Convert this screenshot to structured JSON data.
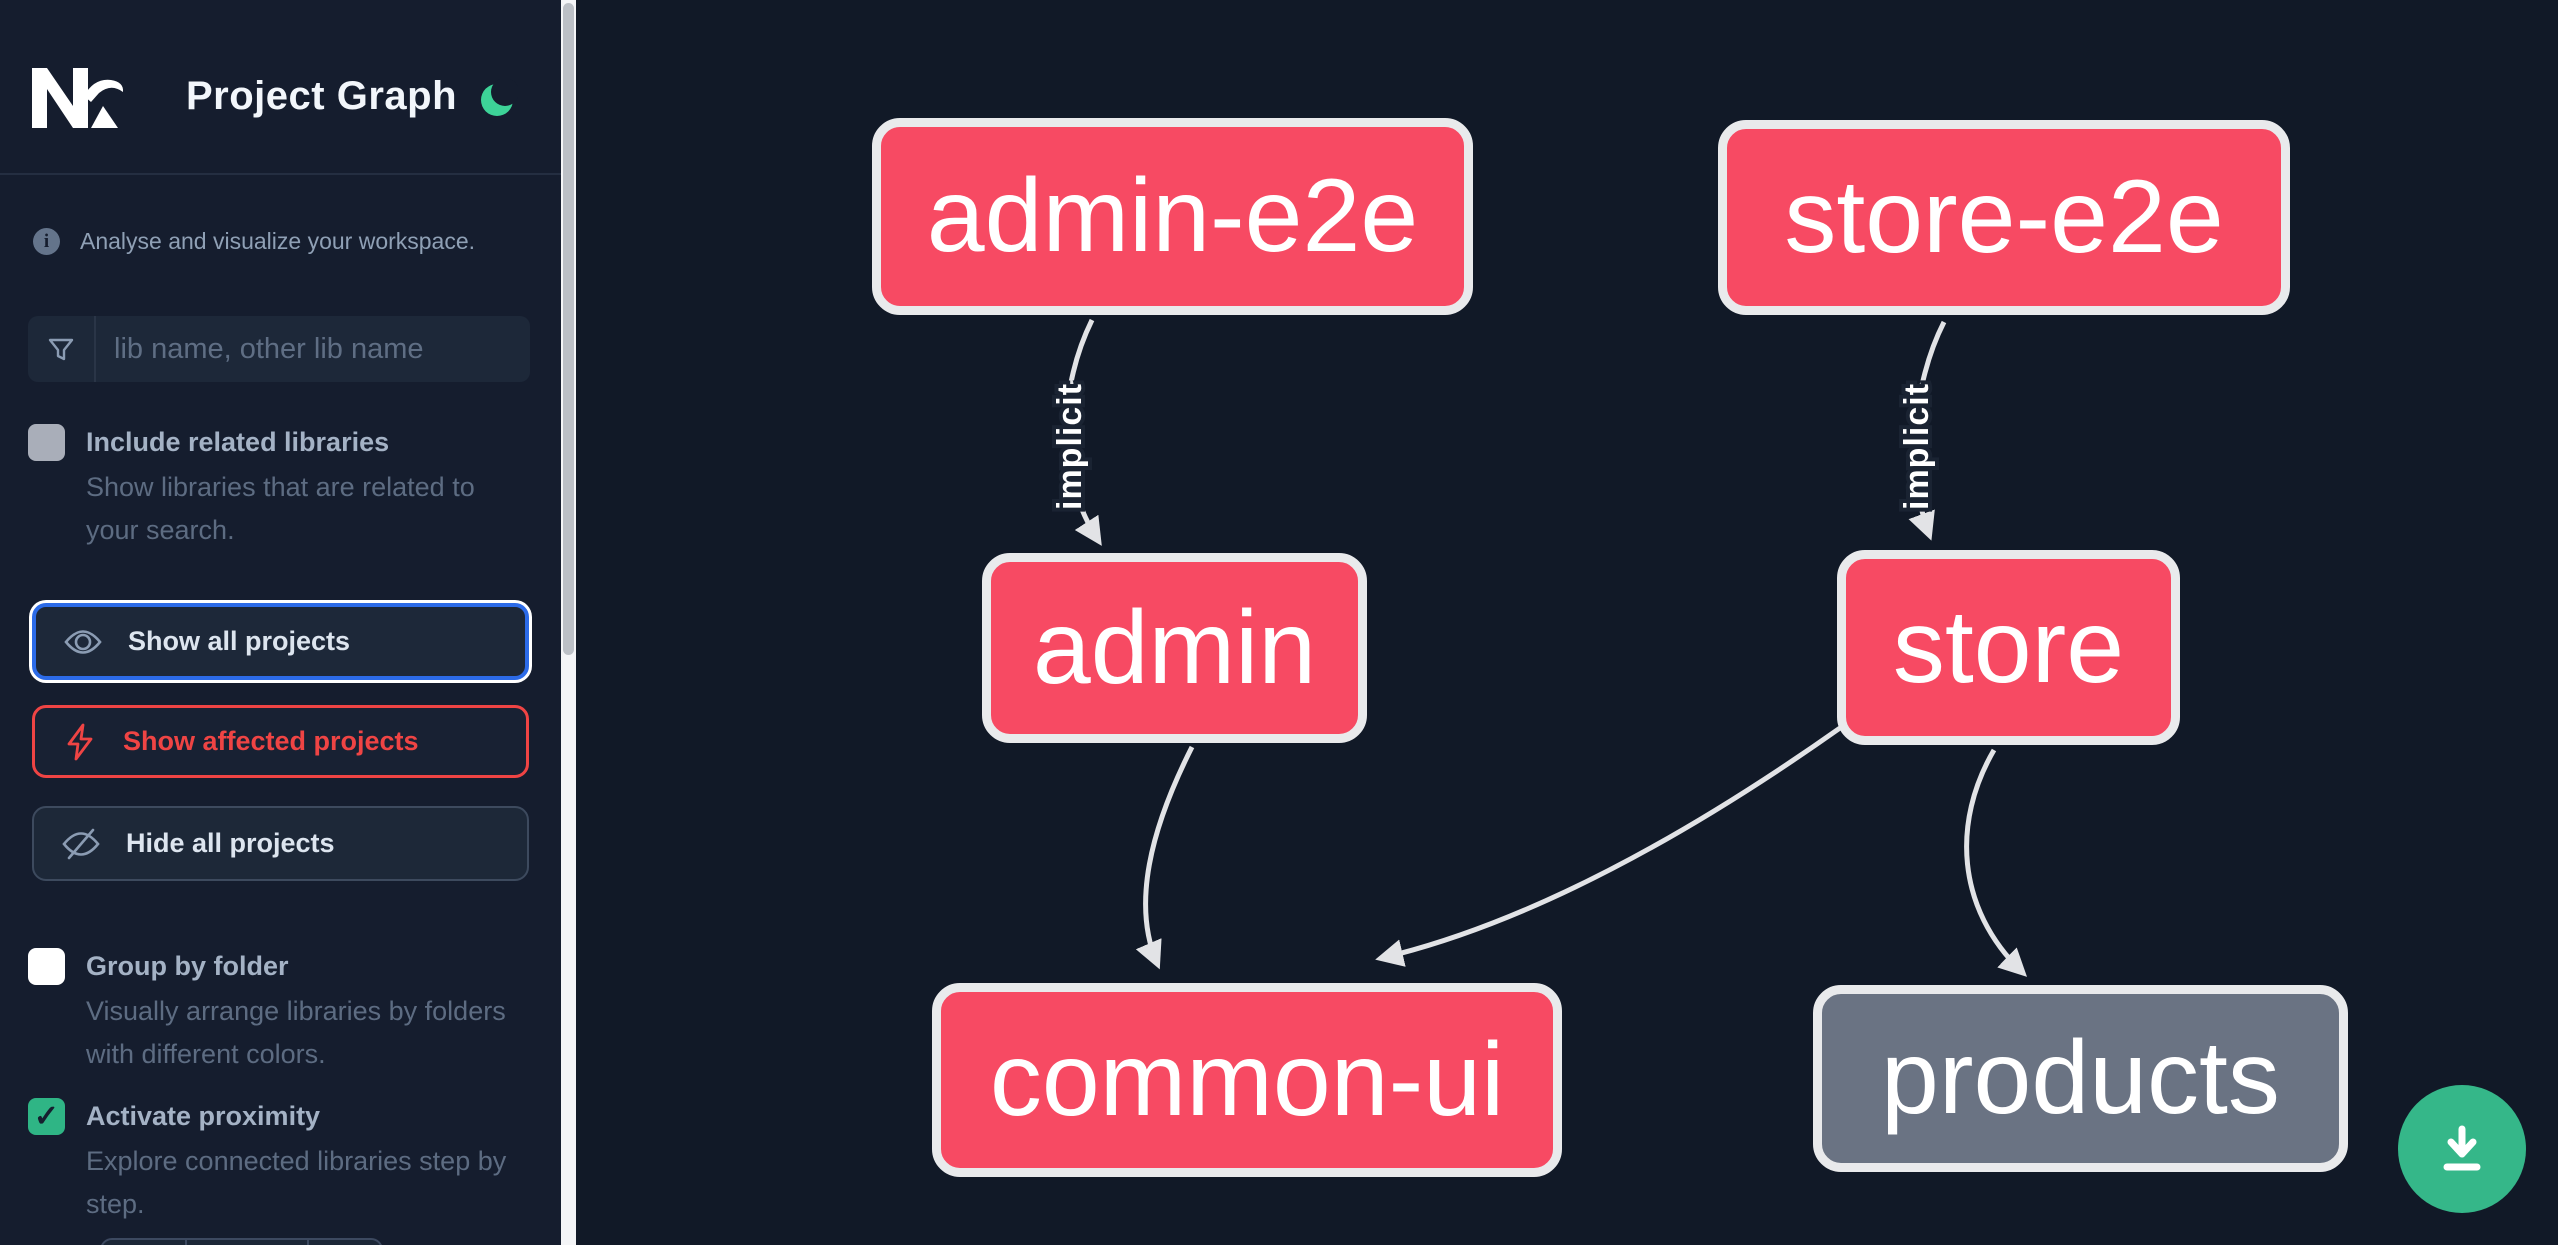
{
  "header": {
    "title": "Project Graph",
    "theme_icon": "moon",
    "theme_color": "#3dd398"
  },
  "sidebar": {
    "info_text": "Analyse and visualize your workspace.",
    "search": {
      "placeholder": "lib name, other lib name",
      "value": "",
      "icon": "funnel-icon"
    },
    "options": [
      {
        "label": "Include related libraries",
        "description": "Show libraries that are related to your search.",
        "checked": false
      },
      {
        "label": "Group by folder",
        "description": "Visually arrange libraries by folders with different colors.",
        "checked": false
      },
      {
        "label": "Activate proximity",
        "description": "Explore connected libraries step by step.",
        "checked": true
      }
    ],
    "buttons": [
      {
        "label": "Show all projects",
        "icon": "eye-icon",
        "state": "focused",
        "accent": "#2c6be8"
      },
      {
        "label": "Show affected projects",
        "icon": "bolt-icon",
        "accent": "#ef4444"
      },
      {
        "label": "Hide all projects",
        "icon": "eye-off-icon",
        "accent": "#3d4a5e"
      }
    ],
    "check_mark": "✓"
  },
  "graph": {
    "nodes": [
      {
        "id": "admin-e2e",
        "label": "admin-e2e",
        "color": "#f74a63"
      },
      {
        "id": "store-e2e",
        "label": "store-e2e",
        "color": "#f74a63"
      },
      {
        "id": "admin",
        "label": "admin",
        "color": "#f74a63"
      },
      {
        "id": "store",
        "label": "store",
        "color": "#f74a63"
      },
      {
        "id": "common-ui",
        "label": "common-ui",
        "color": "#f74a63"
      },
      {
        "id": "products",
        "label": "products",
        "color": "#6a7383"
      }
    ],
    "edges": [
      {
        "from": "admin-e2e",
        "to": "admin",
        "label": "implicit"
      },
      {
        "from": "store-e2e",
        "to": "store",
        "label": "implicit"
      },
      {
        "from": "admin",
        "to": "common-ui",
        "label": ""
      },
      {
        "from": "store",
        "to": "common-ui",
        "label": ""
      },
      {
        "from": "store",
        "to": "products",
        "label": ""
      }
    ],
    "edge_color": "#e2e3e6",
    "node_border_color": "#e9eaec",
    "download_button_color": "#35b789"
  }
}
